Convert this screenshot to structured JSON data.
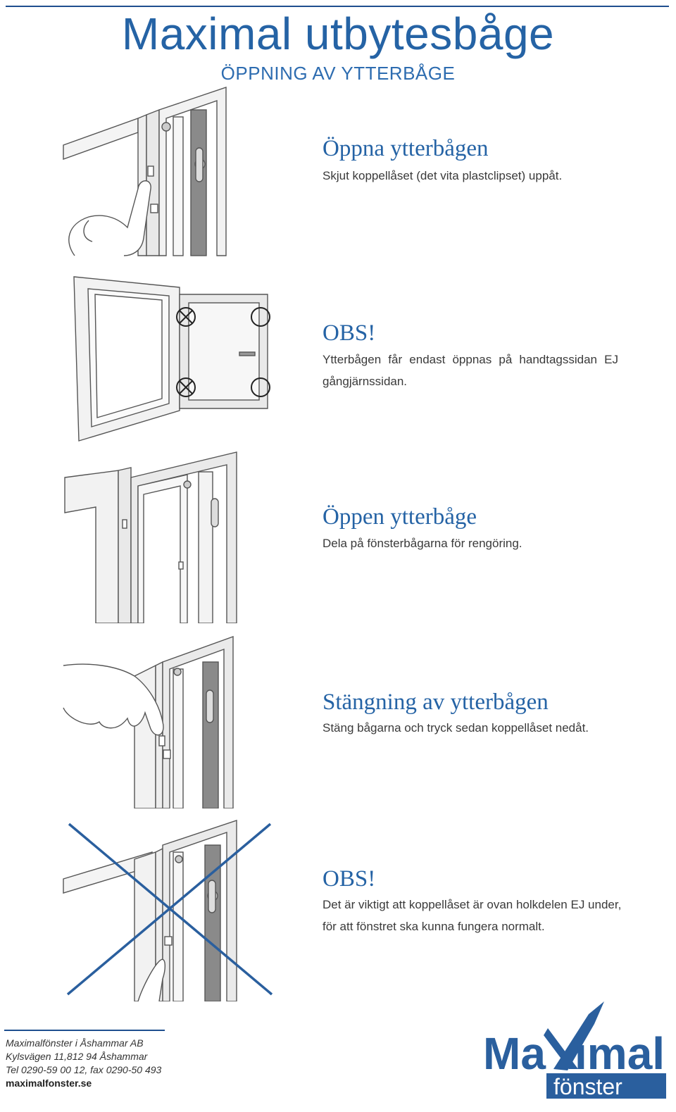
{
  "header": {
    "title": "Maximal utbytesbåge",
    "subtitle": "ÖPPNING AV YTTERBÅGE"
  },
  "sections": [
    {
      "heading": "Öppna ytterbågen",
      "text": "Skjut koppellåset (det vita plastclipset) uppåt."
    },
    {
      "heading": "OBS!",
      "text": "Ytterbågen får endast öppnas på handtagssidan EJ gångjärnssidan."
    },
    {
      "heading": "Öppen ytterbåge",
      "text": "Dela på fönsterbågarna för rengöring."
    },
    {
      "heading": "Stängning av ytterbågen",
      "text": "Stäng bågarna och tryck sedan koppellåset nedåt."
    },
    {
      "heading": "OBS!",
      "text": "Det är viktigt att koppellåset är ovan holkdelen EJ under, för att fönstret ska kunna fungera normalt."
    }
  ],
  "footer": {
    "company": "Maximalfönster i Åshammar AB",
    "address": "Kylsvägen 11,812 94 Åshammar",
    "phone": "Tel 0290-59 00 12, fax 0290-50 493",
    "website": "maximalfonster.se"
  },
  "logo": {
    "word_left": "Ma",
    "word_right": "imal",
    "word_bottom": "fönster"
  },
  "colors": {
    "brand_blue": "#2563a5",
    "dark_blue": "#1f4f8f"
  }
}
